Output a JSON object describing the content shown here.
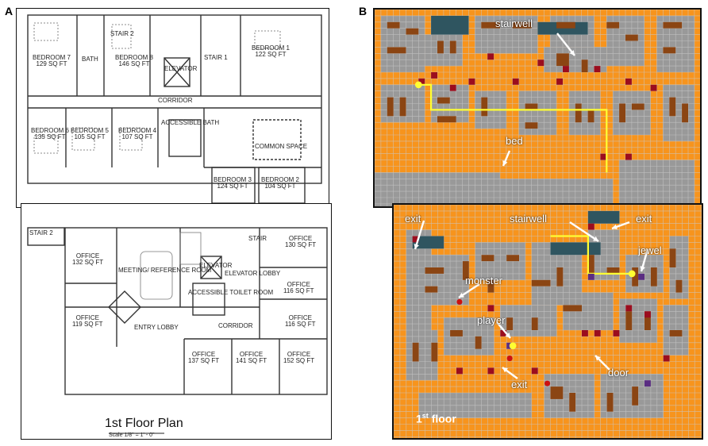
{
  "panels": {
    "a_letter": "A",
    "b_letter": "B"
  },
  "plan_top": {
    "rooms": [
      {
        "name": "BEDROOM 7",
        "area": "129 SQ FT"
      },
      {
        "name": "BATH",
        "area": ""
      },
      {
        "name": "BEDROOM 8",
        "area": "146 SQ FT"
      },
      {
        "name": "STAIR 2",
        "area": ""
      },
      {
        "name": "STAIR 1",
        "area": ""
      },
      {
        "name": "ELEVATOR",
        "area": ""
      },
      {
        "name": "BEDROOM 1",
        "area": "122 SQ FT"
      },
      {
        "name": "CORRIDOR",
        "area": ""
      },
      {
        "name": "BEDROOM 6",
        "area": "135 SQ FT"
      },
      {
        "name": "BEDROOM 5",
        "area": "105 SQ FT"
      },
      {
        "name": "BEDROOM 4",
        "area": "107 SQ FT"
      },
      {
        "name": "ACCESSIBLE BATH",
        "area": ""
      },
      {
        "name": "COMMON SPACE",
        "area": ""
      },
      {
        "name": "BEDROOM 3",
        "area": "124 SQ FT"
      },
      {
        "name": "BEDROOM 2",
        "area": "104 SQ FT"
      }
    ]
  },
  "plan_bottom": {
    "title": "1st Floor Plan",
    "scale": "Scale  1/8\" = 1' - 0\"",
    "rooms": [
      {
        "name": "STAIR 2",
        "area": ""
      },
      {
        "name": "STAIR",
        "area": ""
      },
      {
        "name": "OFFICE",
        "area": "130 SQ FT"
      },
      {
        "name": "OFFICE",
        "area": "132 SQ FT"
      },
      {
        "name": "MEETING/ REFERENCE ROOM",
        "area": ""
      },
      {
        "name": "ELEVATOR",
        "area": ""
      },
      {
        "name": "ELEVATOR LOBBY",
        "area": ""
      },
      {
        "name": "OFFICE",
        "area": "116 SQ FT"
      },
      {
        "name": "ACCESSIBLE TOILET ROOM",
        "area": ""
      },
      {
        "name": "OFFICE",
        "area": "119 SQ FT"
      },
      {
        "name": "ENTRY LOBBY",
        "area": ""
      },
      {
        "name": "CORRIDOR",
        "area": ""
      },
      {
        "name": "OFFICE",
        "area": "116 SQ FT"
      },
      {
        "name": "OFFICE",
        "area": "137 SQ FT"
      },
      {
        "name": "OFFICE",
        "area": "141 SQ FT"
      },
      {
        "name": "OFFICE",
        "area": "152 SQ FT"
      }
    ]
  },
  "grid_top": {
    "labels": {
      "stairwell": "stairwell",
      "bed": "bed"
    }
  },
  "grid_bottom": {
    "floor_label": "1",
    "floor_sup": "st",
    "floor_suffix": " floor",
    "labels": {
      "exit_left": "exit",
      "stairwell": "stairwell",
      "exit_right": "exit",
      "jewel": "jewel",
      "monster": "monster",
      "player": "player",
      "door": "door",
      "exit_bottom": "exit"
    }
  },
  "colors": {
    "floor": "#f7941d",
    "wall": "#999999",
    "gridline": "#c9c9c9",
    "bed": "#8b4513",
    "door": "#9b0d1e",
    "stair": "#2f5560",
    "path": "#ffff33",
    "jewel": "#5a2d82",
    "monster": "#cc1111"
  }
}
